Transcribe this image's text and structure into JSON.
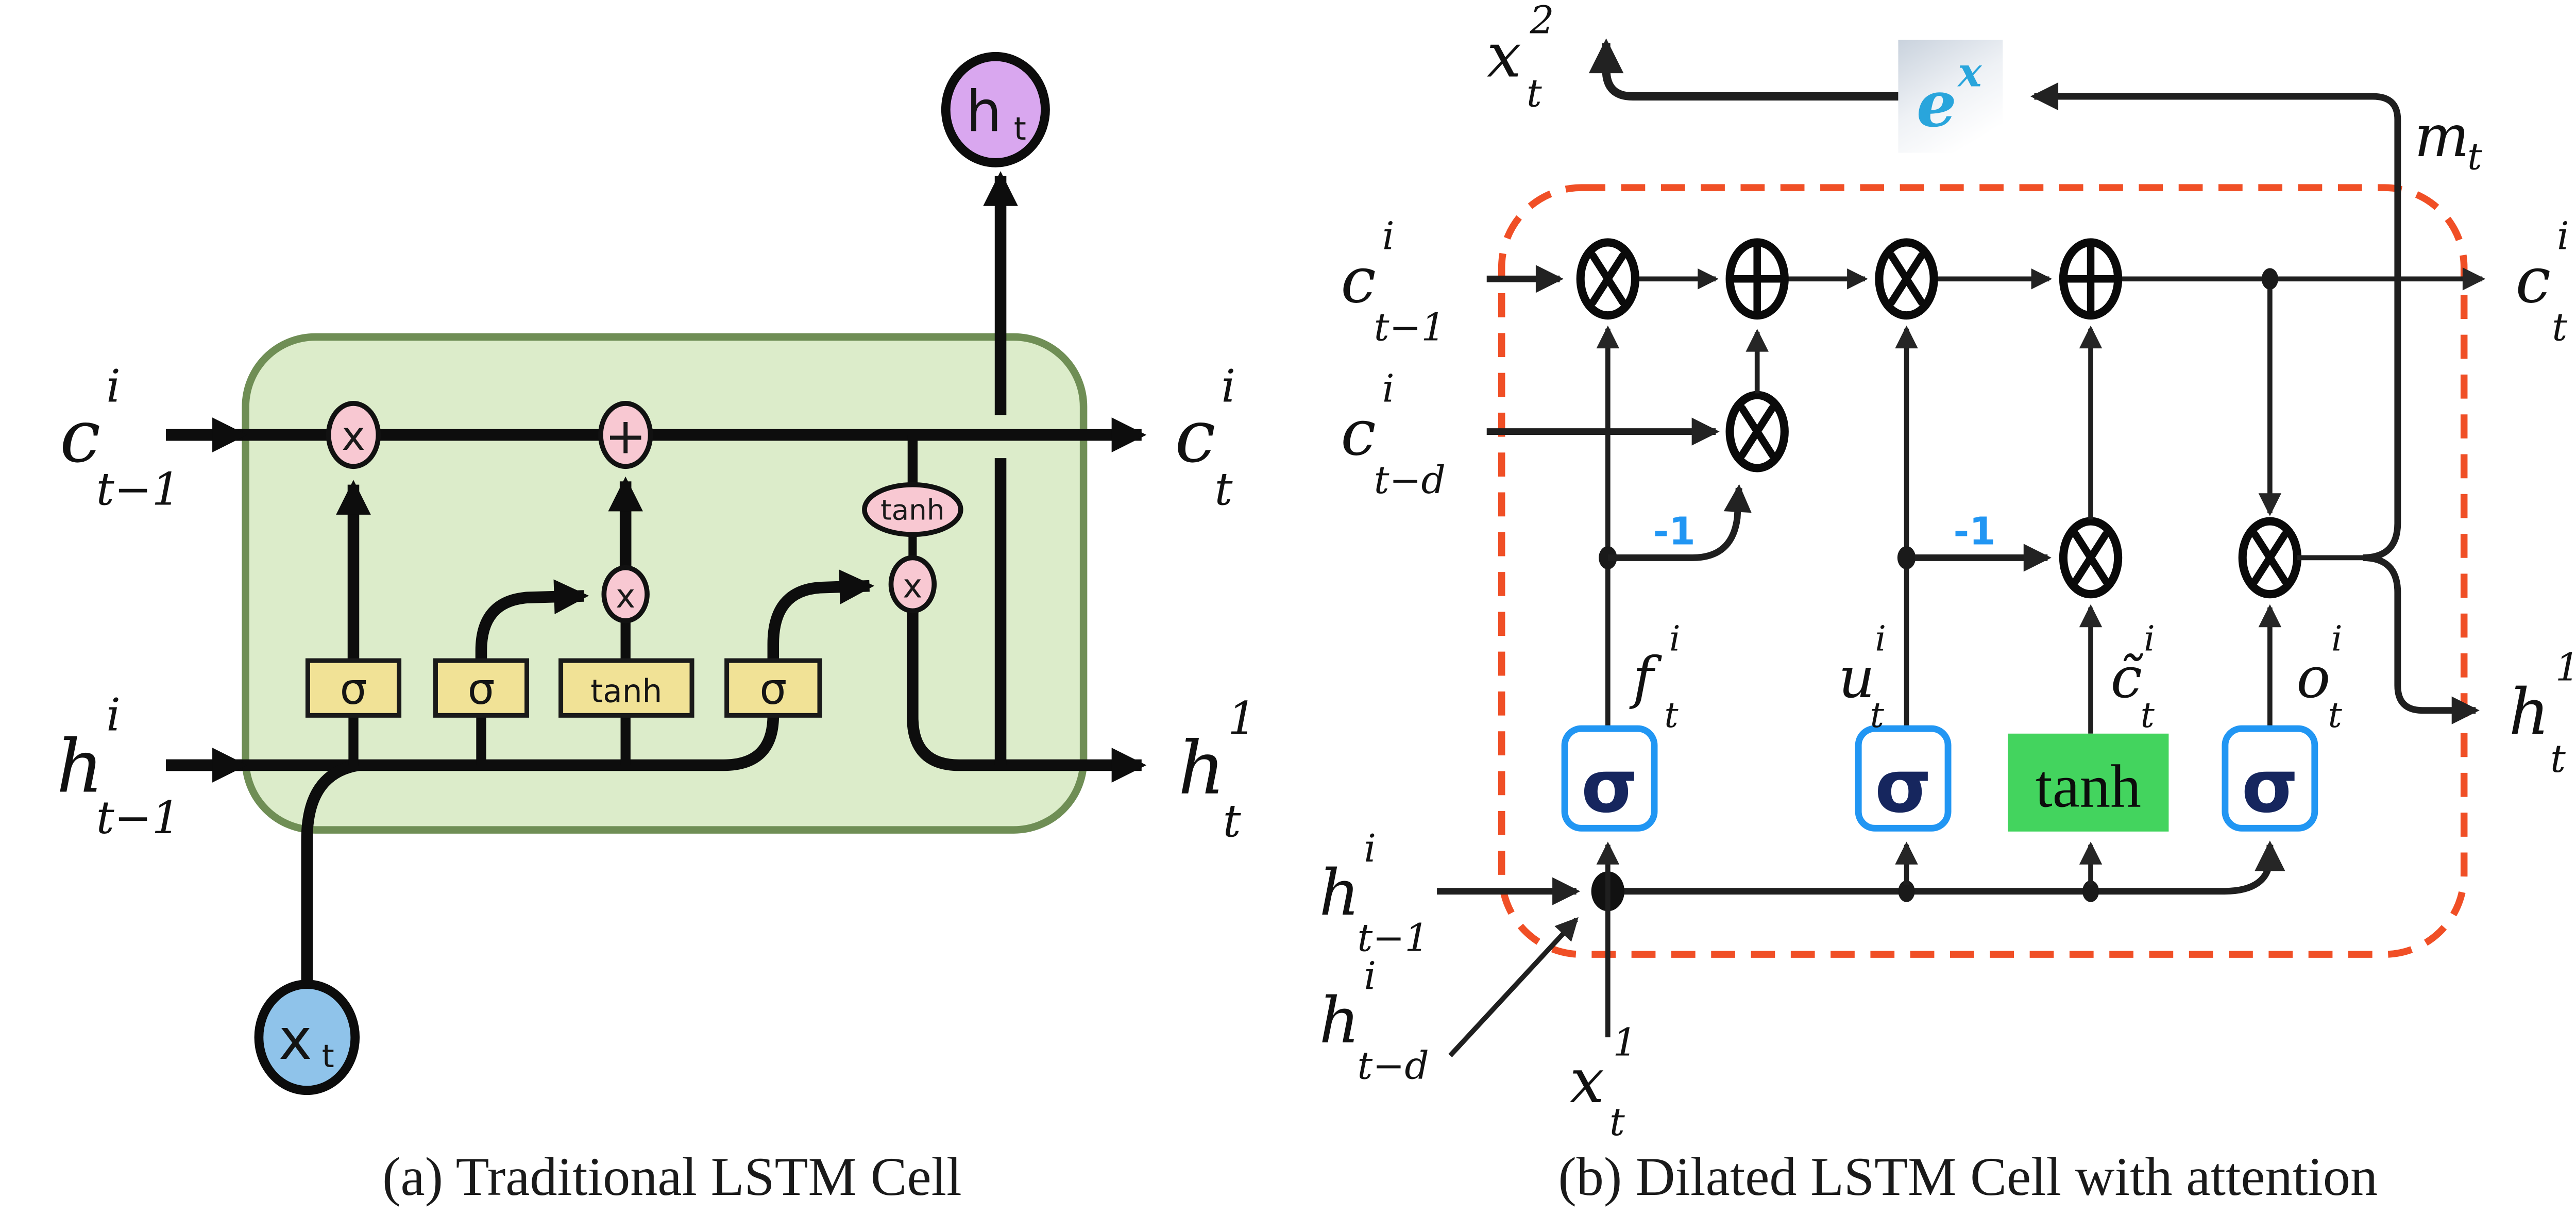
{
  "captions": {
    "a": "(a) Traditional LSTM Cell",
    "b": "(b) Dilated LSTM Cell with attention"
  },
  "left": {
    "inputs": {
      "c_prev": {
        "base": "c",
        "sup": "i",
        "sub": "t−1"
      },
      "h_prev": {
        "base": "h",
        "sup": "i",
        "sub": "t−1"
      },
      "x_node": {
        "base": "x",
        "sub": "t"
      }
    },
    "outputs": {
      "c_out": {
        "base": "c",
        "sup": "i",
        "sub": "t"
      },
      "h_out": {
        "base": "h",
        "sup": "1",
        "sub": "t"
      },
      "h_node": {
        "base": "h",
        "sub": "t"
      }
    },
    "ops": {
      "mul1": "x",
      "add": "+",
      "tanh_ellipse": "tanh",
      "mul2": "x",
      "mul3": "x"
    },
    "gates": [
      "σ",
      "σ",
      "tanh",
      "σ"
    ]
  },
  "right": {
    "labels": {
      "x_out": {
        "base": "x",
        "sup": "2",
        "sub": "t"
      },
      "exp": {
        "base": "e",
        "sup": "x"
      },
      "m": {
        "base": "m",
        "sub": "t"
      },
      "c_prev": {
        "base": "c",
        "sup": "i",
        "sub": "t−1"
      },
      "c_dilated": {
        "base": "c",
        "sup": "i",
        "sub": "t−d"
      },
      "c_out": {
        "base": "c",
        "sup": "i",
        "sub": "t"
      },
      "f": {
        "base": "f",
        "sup": "i",
        "sub": "t"
      },
      "u": {
        "base": "u",
        "sup": "i",
        "sub": "t"
      },
      "c_tilde": {
        "base": "c̃",
        "sup": "i",
        "sub": "t"
      },
      "o": {
        "base": "o",
        "sup": "i",
        "sub": "t"
      },
      "h_prev": {
        "base": "h",
        "sup": "i",
        "sub": "t−1"
      },
      "h_dilated": {
        "base": "h",
        "sup": "i",
        "sub": "t−d"
      },
      "x_in": {
        "base": "x",
        "sup": "1",
        "sub": "t"
      },
      "h_out": {
        "base": "h",
        "sup": "1",
        "sub": "t"
      }
    },
    "neg_one": "-1",
    "gates": [
      "σ",
      "σ",
      "tanh",
      "σ"
    ]
  },
  "colors": {
    "accent_red": "#F04F26",
    "gate_blue": "#2196F3",
    "sigma_navy": "#16265E",
    "tanh_green": "#43D45E",
    "exp_blue": "#29A5DC",
    "cell_green": "#DCECCA",
    "cell_border": "#6F8E55",
    "op_pink": "#F8C8D2",
    "gate_yellow": "#F1E296",
    "node_blue": "#8FC3EA",
    "node_purple": "#D9A7EF",
    "neg_blue": "#2196F3"
  }
}
